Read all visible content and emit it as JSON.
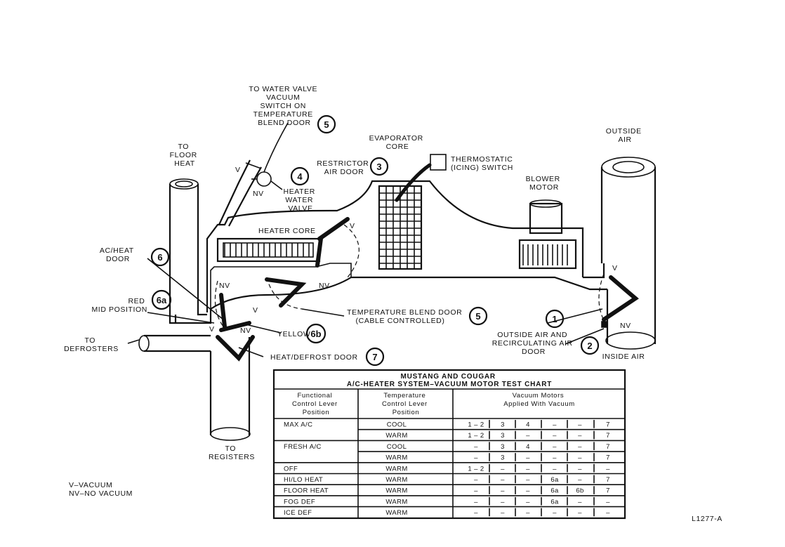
{
  "labels": {
    "water_valve_switch": [
      "TO WATER VALVE",
      "VACUUM",
      "SWITCH ON",
      "TEMPERATURE",
      "BLEND DOOR"
    ],
    "to_floor_heat": [
      "TO",
      "FLOOR",
      "HEAT"
    ],
    "heater_water_valve": [
      "HEATER",
      "WATER",
      "VALVE"
    ],
    "restrictor_air_door": [
      "RESTRICTOR",
      "AIR DOOR"
    ],
    "evaporator_core": [
      "EVAPORATOR",
      "CORE"
    ],
    "thermostatic_switch": [
      "THERMOSTATIC",
      "(ICING) SWITCH"
    ],
    "outside_air": [
      "OUTSIDE",
      "AIR"
    ],
    "blower_motor": [
      "BLOWER",
      "MOTOR"
    ],
    "heater_core": "HEATER CORE",
    "ac_heat_door": [
      "AC/HEAT",
      "DOOR"
    ],
    "red_mid_position": [
      "RED",
      "MID POSITION"
    ],
    "temperature_blend_door": [
      "TEMPERATURE BLEND DOOR",
      "(CABLE CONTROLLED)"
    ],
    "yellow": "YELLOW",
    "outside_recirc_door": [
      "OUTSIDE AIR AND",
      "RECIRCULATING AIR",
      "DOOR"
    ],
    "inside_air": "INSIDE AIR",
    "to_defrosters": [
      "TO",
      "DEFROSTERS"
    ],
    "heat_defrost_door": "HEAT/DEFROST DOOR",
    "to_registers": [
      "TO",
      "REGISTERS"
    ],
    "v": "V",
    "nv": "NV",
    "legend": [
      "V–VACUUM",
      "NV–NO VACUUM"
    ],
    "figure_id": "L1277-A"
  },
  "callouts": {
    "c1": "1",
    "c2": "2",
    "c3": "3",
    "c4": "4",
    "c5": "5",
    "c6": "6",
    "c6a": "6a",
    "c6b": "6b",
    "c7": "7"
  },
  "table": {
    "title": [
      "MUSTANG AND COUGAR",
      "A/C-HEATER SYSTEM–VACUUM MOTOR TEST CHART"
    ],
    "headers": {
      "functional": [
        "Functional",
        "Control Lever",
        "Position"
      ],
      "temperature": [
        "Temperature",
        "Control Lever",
        "Position"
      ],
      "vacuum": [
        "Vacuum Motors",
        "Applied With Vacuum"
      ]
    },
    "rows": [
      {
        "func": "MAX A/C",
        "temp": "COOL",
        "cells": [
          "1 – 2",
          "3",
          "4",
          "–",
          "–",
          "7"
        ]
      },
      {
        "func": "",
        "temp": "WARM",
        "cells": [
          "1 – 2",
          "3",
          "–",
          "–",
          "–",
          "7"
        ]
      },
      {
        "func": "FRESH A/C",
        "temp": "COOL",
        "cells": [
          "–",
          "3",
          "4",
          "–",
          "–",
          "7"
        ]
      },
      {
        "func": "",
        "temp": "WARM",
        "cells": [
          "–",
          "3",
          "–",
          "–",
          "–",
          "7"
        ]
      },
      {
        "func": "OFF",
        "temp": "WARM",
        "cells": [
          "1 – 2",
          "–",
          "–",
          "–",
          "–",
          "–"
        ]
      },
      {
        "func": "HI/LO HEAT",
        "temp": "WARM",
        "cells": [
          "–",
          "–",
          "–",
          "6a",
          "–",
          "7"
        ]
      },
      {
        "func": "FLOOR HEAT",
        "temp": "WARM",
        "cells": [
          "–",
          "–",
          "–",
          "6a",
          "6b",
          "7"
        ]
      },
      {
        "func": "FOG DEF",
        "temp": "WARM",
        "cells": [
          "–",
          "–",
          "–",
          "6a",
          "–",
          "–"
        ]
      },
      {
        "func": "ICE DEF",
        "temp": "WARM",
        "cells": [
          "–",
          "–",
          "–",
          "–",
          "–",
          "–"
        ]
      }
    ]
  }
}
